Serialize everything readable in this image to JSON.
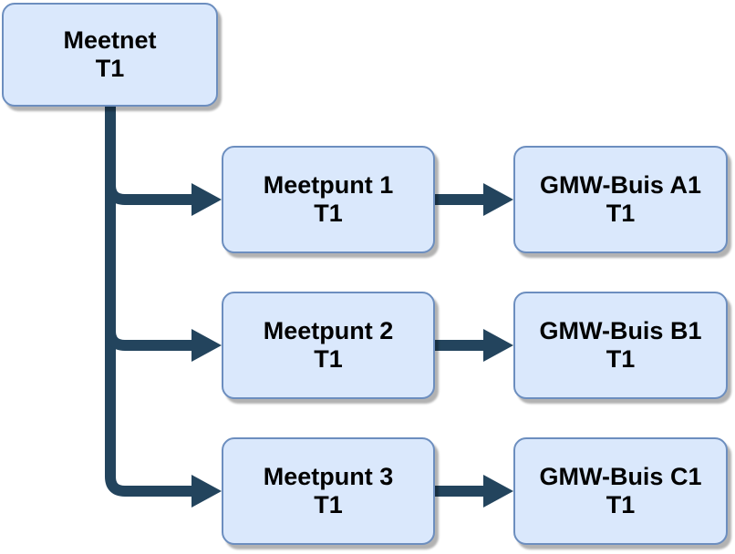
{
  "diagram": {
    "root": {
      "line1": "Meetnet",
      "line2": "T1"
    },
    "rows": [
      {
        "meetpunt": {
          "line1": "Meetpunt 1",
          "line2": "T1"
        },
        "gmw": {
          "line1": "GMW-Buis A1",
          "line2": "T1"
        }
      },
      {
        "meetpunt": {
          "line1": "Meetpunt 2",
          "line2": "T1"
        },
        "gmw": {
          "line1": "GMW-Buis B1",
          "line2": "T1"
        }
      },
      {
        "meetpunt": {
          "line1": "Meetpunt 3",
          "line2": "T1"
        },
        "gmw": {
          "line1": "GMW-Buis C1",
          "line2": "T1"
        }
      }
    ],
    "colors": {
      "node_fill": "#dae8fc",
      "node_border": "#6c8ebf",
      "connector": "#23445d",
      "text": "#000000",
      "background": "#ffffff"
    }
  }
}
